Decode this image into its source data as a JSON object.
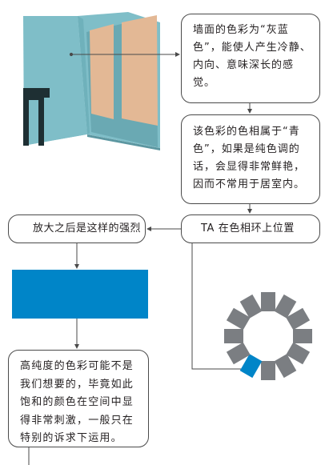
{
  "colors": {
    "wall": "#7fbec8",
    "wall_shadow": "#63a4af",
    "curtain": "#e3b895",
    "dark": "#1e2f33",
    "blue": "#0085c8",
    "wheel_gray": "#7b7e82",
    "line": "#4a4a4a"
  },
  "boxes": {
    "wall_description": "墙面的色彩为“灰蓝色”，能使人产生冷静、内向、意味深长的感觉。",
    "hue_description": "该色彩的色相属于“青色”，如果是纯色调的话，会显得非常鲜艳，因而不常用于居室内。",
    "wheel_position": "TA 在色相环上位置",
    "enlarged": "放大之后是这样的强烈",
    "high_saturation": "高纯度的色彩可能不是我们想要的，毕竟如此饱和的颜色在空间中显得非常刺激，一般只在特别的诉求下运用。"
  },
  "illustrations": {
    "room": "room-wall-illustration",
    "swatch": "pure-cyan-swatch",
    "wheel": "hue-wheel",
    "wheel_segments": 12,
    "highlighted_segment": 7
  }
}
